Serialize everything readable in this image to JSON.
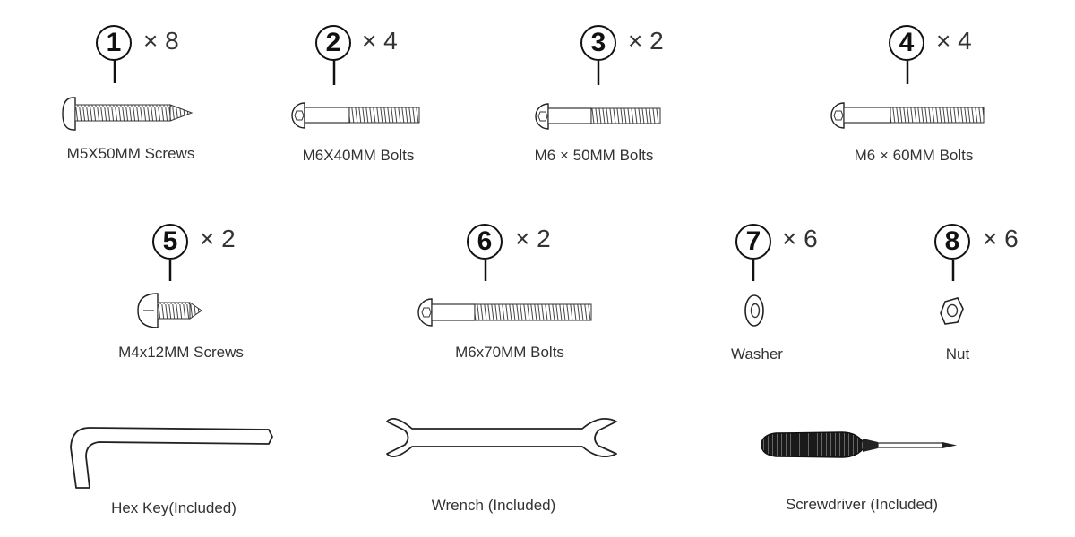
{
  "parts": [
    {
      "number": "1",
      "quantity": "× 8",
      "label": "M5X50MM  Screws",
      "icon": "screw-icon"
    },
    {
      "number": "2",
      "quantity": "× 4",
      "label": "M6X40MM  Bolts",
      "icon": "bolt-icon"
    },
    {
      "number": "3",
      "quantity": "× 2",
      "label": "M6 × 50MM Bolts",
      "icon": "bolt-icon"
    },
    {
      "number": "4",
      "quantity": "× 4",
      "label": "M6 × 60MM Bolts",
      "icon": "bolt-icon"
    },
    {
      "number": "5",
      "quantity": "× 2",
      "label": "M4x12MM Screws",
      "icon": "screw-icon"
    },
    {
      "number": "6",
      "quantity": "× 2",
      "label": "M6x70MM Bolts",
      "icon": "bolt-icon"
    },
    {
      "number": "7",
      "quantity": "× 6",
      "label": "Washer",
      "icon": "washer-icon"
    },
    {
      "number": "8",
      "quantity": "× 6",
      "label": "Nut",
      "icon": "nut-icon"
    }
  ],
  "tools": [
    {
      "label": "Hex Key(Included)",
      "icon": "hex-key-icon"
    },
    {
      "label": "Wrench (Included)",
      "icon": "wrench-icon"
    },
    {
      "label": "Screwdriver  (Included)",
      "icon": "screwdriver-icon"
    }
  ]
}
